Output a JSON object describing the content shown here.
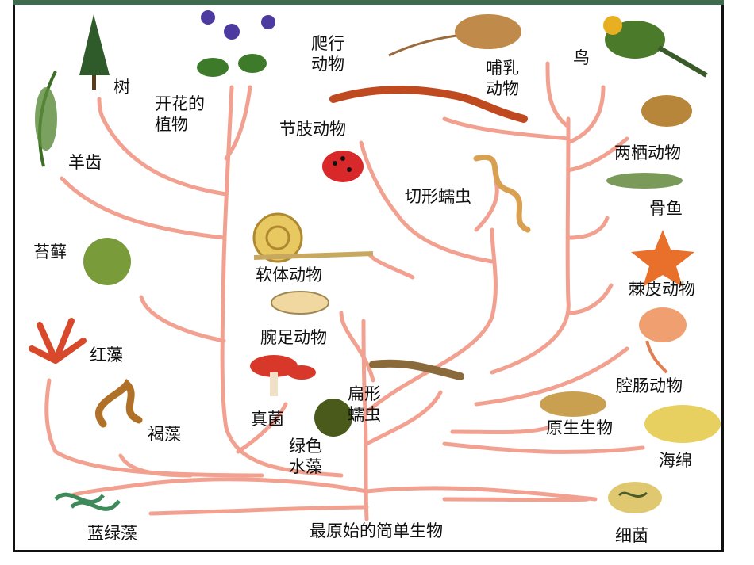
{
  "root_label": "最原始的简单生物",
  "labels": {
    "tree": "树",
    "flowering_plant": "开花的\n植物",
    "reptile": "爬行\n动物",
    "mammal": "哺乳\n动物",
    "bird": "鸟",
    "fern": "羊齿",
    "arthropod": "节肢动物",
    "amphibian": "两栖动物",
    "annelid": "切形蠕虫",
    "bony_fish": "骨鱼",
    "moss": "苔藓",
    "mollusk": "软体动物",
    "echinoderm": "棘皮动物",
    "brachiopod": "腕足动物",
    "red_algae": "红藻",
    "coelenterate": "腔肠动物",
    "fungi": "真菌",
    "flatworm": "扁形\n蠕虫",
    "brown_algae": "褐藻",
    "protozoa": "原生生物",
    "green_algae": "绿色\n水藻",
    "sponge": "海绵",
    "blue_green_algae": "蓝绿藻",
    "bacteria": "细菌"
  },
  "colors": {
    "branch": "#f2a191",
    "frame": "#111111",
    "topbar": "#3f6b4f"
  }
}
